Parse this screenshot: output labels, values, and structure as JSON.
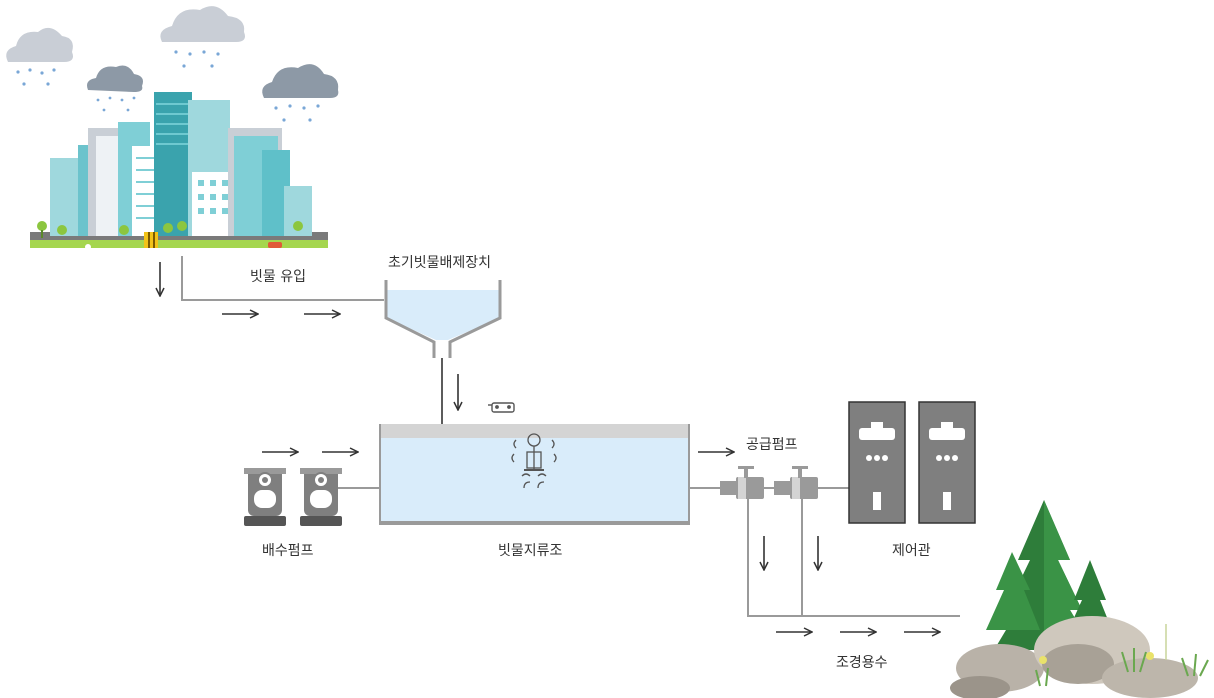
{
  "labels": {
    "rain_inflow": "빗물 유입",
    "first_flush_device": "초기빗물배제장치",
    "storage_tank": "빗물지류조",
    "drain_pump": "배수펌프",
    "supply_pump": "공급펌프",
    "control_panel": "제어관",
    "landscape_water": "조경용수"
  },
  "colors": {
    "pipe": "#9a9a9a",
    "arrow": "#333333",
    "water": "#d9ecfa",
    "tank_lid": "#d4d4d4",
    "panel": "#7f7f7f",
    "building_teal": "#7fcfd6",
    "grass": "#a5d64f",
    "cloud": "#c9ced6",
    "rain_drop": "#7aa7d6",
    "tree": "#2e7d3a"
  }
}
